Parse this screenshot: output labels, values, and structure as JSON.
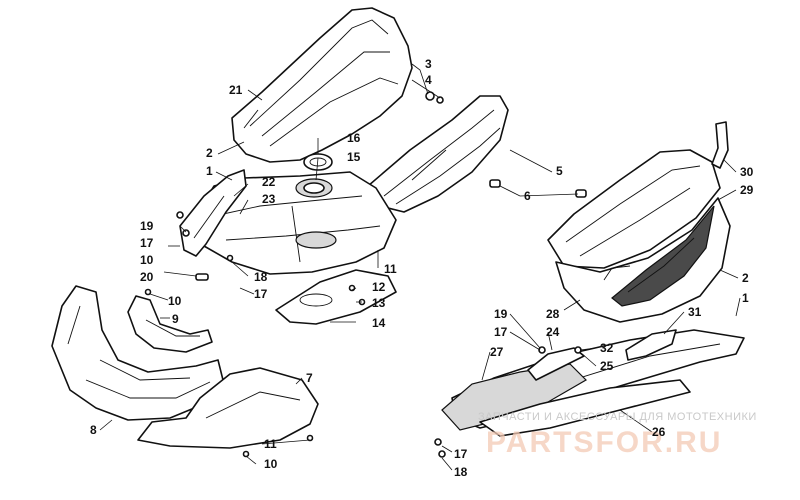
{
  "callouts": {
    "c1a": "1",
    "c1b": "1",
    "c2a": "2",
    "c2b": "2",
    "c3": "3",
    "c4": "4",
    "c5": "5",
    "c6": "6",
    "c7": "7",
    "c8": "8",
    "c9": "9",
    "c10a": "10",
    "c10b": "10",
    "c10c": "10",
    "c11a": "11",
    "c11b": "11",
    "c12": "12",
    "c13": "13",
    "c14": "14",
    "c15": "15",
    "c16": "16",
    "c17a": "17",
    "c17b": "17",
    "c17c": "17",
    "c17d": "17",
    "c18a": "18",
    "c18b": "18",
    "c19a": "19",
    "c19b": "19",
    "c20": "20",
    "c21": "21",
    "c22": "22",
    "c23": "23",
    "c24": "24",
    "c25": "25",
    "c26": "26",
    "c27": "27",
    "c28": "28",
    "c29": "29",
    "c30": "30",
    "c31": "31",
    "c32": "32"
  },
  "watermark": {
    "line": "ЗАПЧАСТИ И АКСЕССУАРЫ ДЛЯ МОТОТЕХНИКИ",
    "logo": "PARTSFOR.RU"
  }
}
